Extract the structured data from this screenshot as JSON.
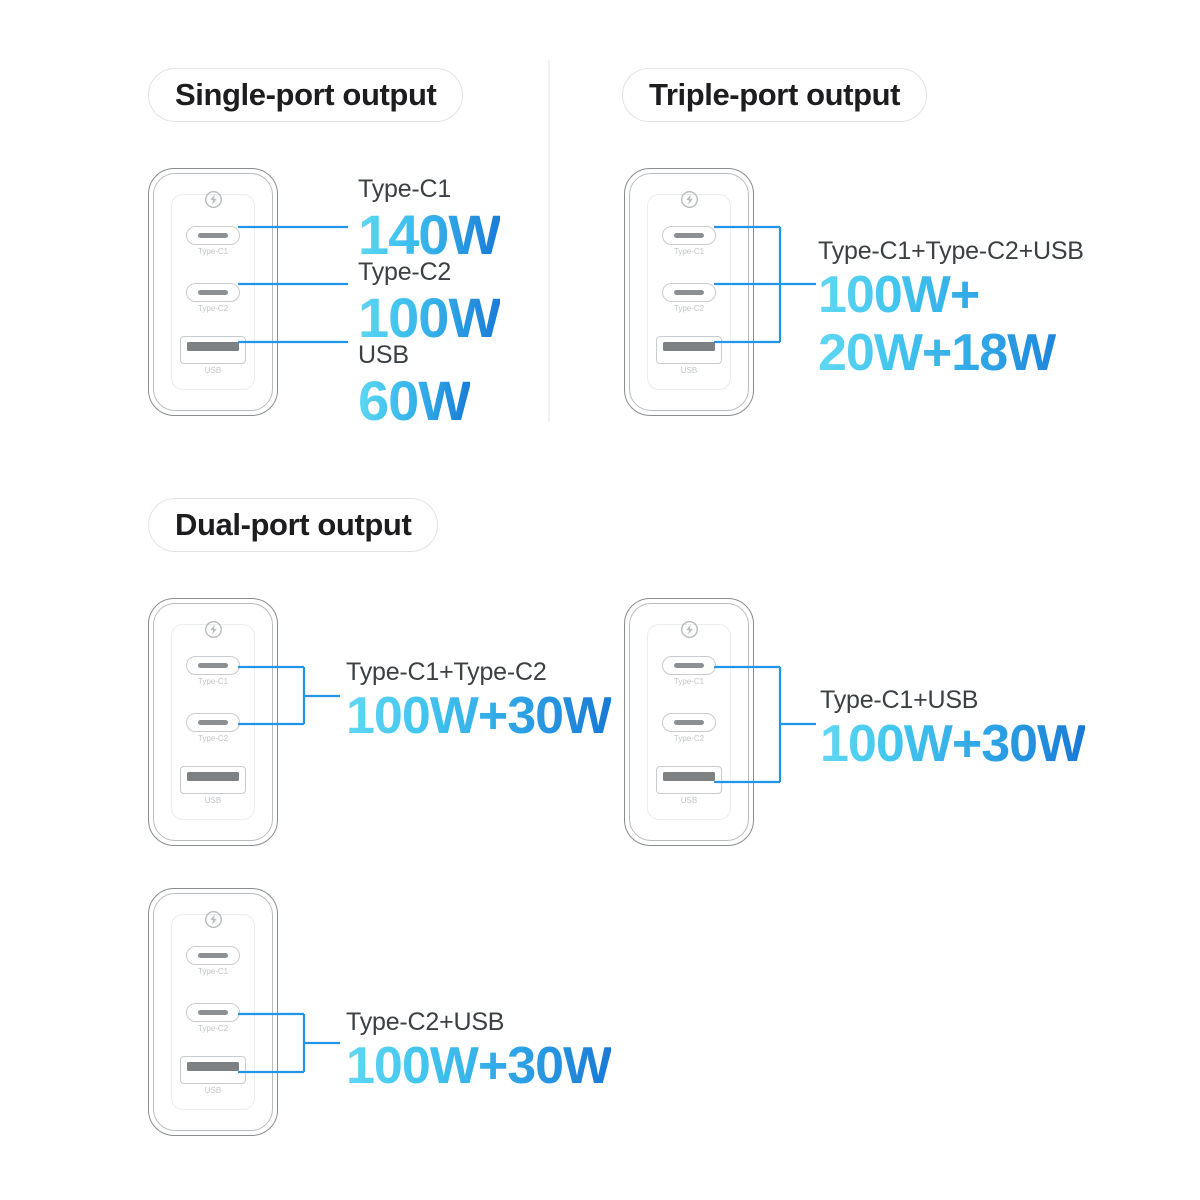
{
  "theme": {
    "accent_blue": "#2196e8",
    "gradient_start": "#61d8f2",
    "gradient_end": "#1878d6",
    "title_text": "#1d1d1f",
    "caption_text": "#3c4043",
    "port_label": "#c2c5c8",
    "background": "#ffffff"
  },
  "sections": [
    {
      "id": "single",
      "title": "Single-port output"
    },
    {
      "id": "triple",
      "title": "Triple-port output"
    },
    {
      "id": "dual",
      "title": "Dual-port output"
    }
  ],
  "device": {
    "icon": "power-bolt-icon",
    "ports": [
      {
        "id": "c1",
        "type": "type-c",
        "label": "Type-C1"
      },
      {
        "id": "c2",
        "type": "type-c",
        "label": "Type-C2"
      },
      {
        "id": "usb",
        "type": "usb-a",
        "label": "USB"
      }
    ]
  },
  "cards": [
    {
      "id": "single-port",
      "section": "single",
      "connector": "straight-lines",
      "callouts": [
        {
          "caption": "Type-C1",
          "watt": "140W"
        },
        {
          "caption": "Type-C2",
          "watt": "100W"
        },
        {
          "caption": "USB",
          "watt": "60W"
        }
      ]
    },
    {
      "id": "triple-port",
      "section": "triple",
      "connector": "bracket-three",
      "caption": "Type-C1+Type-C2+USB",
      "watt_line1": "100W+",
      "watt_line2": "20W+18W"
    },
    {
      "id": "dual-c1-c2",
      "section": "dual",
      "connector": "bracket-top-middle",
      "caption": "Type-C1+Type-C2",
      "watt": "100W+30W"
    },
    {
      "id": "dual-c1-usb",
      "section": "dual",
      "connector": "bracket-top-bottom",
      "caption": "Type-C1+USB",
      "watt": "100W+30W"
    },
    {
      "id": "dual-c2-usb",
      "section": "dual",
      "connector": "bracket-middle-bottom",
      "caption": "Type-C2+USB",
      "watt": "100W+30W"
    }
  ]
}
